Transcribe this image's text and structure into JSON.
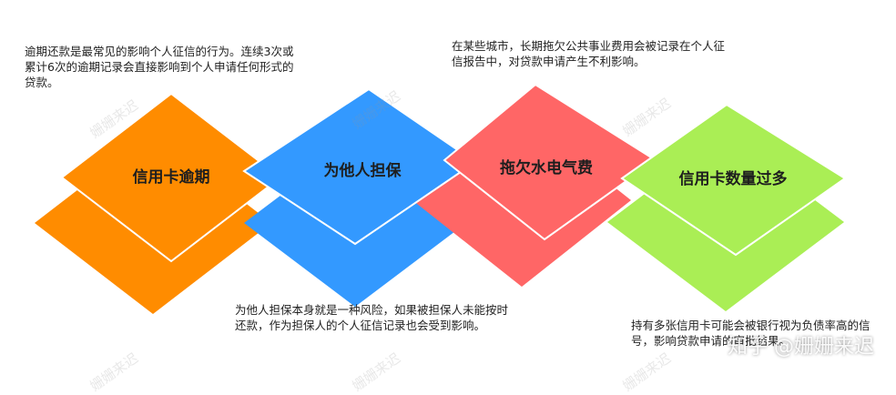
{
  "diagram": {
    "steps": [
      {
        "title": "信用卡逾期",
        "description": "逾期还款是最常见的影响个人征信的行为。连续3次或累计6次的逾期记录会直接影响到个人申请任何形式的贷款。",
        "color": "#FF8C00"
      },
      {
        "title": "为他人担保",
        "description": "为他人担保本身就是一种风险，如果被担保人未能按时还款，作为担保人的个人征信记录也会受到影响。",
        "color": "#3399FF"
      },
      {
        "title": "拖欠水电气费",
        "description": "在某些城市，长期拖欠公共事业费用会被记录在个人征信报告中，对贷款申请产生不利影响。",
        "color": "#FF6666"
      },
      {
        "title": "信用卡数量过多",
        "description": "持有多张信用卡可能会被银行视为负债率高的信号，影响贷款申请的审批结果。",
        "color": "#AAEE55"
      }
    ]
  },
  "watermarks": {
    "repeated": "姗姗来迟",
    "footer": "知乎 @姗姗来迟"
  }
}
